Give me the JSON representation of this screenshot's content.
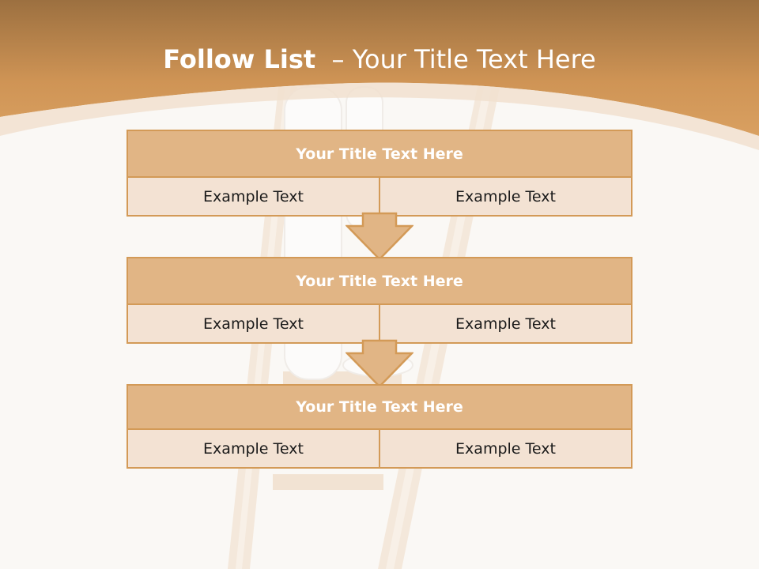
{
  "title": {
    "bold": "Follow List",
    "rest": "– Your Title Text Here"
  },
  "colors": {
    "banner": "#c58c4c",
    "border": "#d39a57",
    "header": "#e1b585",
    "cell": "#f3e2d3",
    "background": "#faf8f5"
  },
  "steps": [
    {
      "header": "Your Title Text Here",
      "cells": [
        "Example Text",
        "Example Text"
      ]
    },
    {
      "header": "Your Title Text Here",
      "cells": [
        "Example Text",
        "Example Text"
      ]
    },
    {
      "header": "Your Title Text Here",
      "cells": [
        "Example Text",
        "Example Text"
      ]
    }
  ],
  "arrow_icon": "down-arrow-icon"
}
